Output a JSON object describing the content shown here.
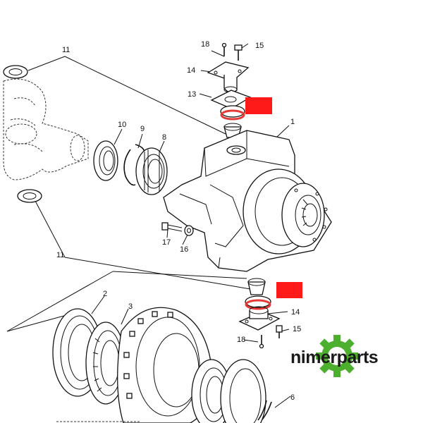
{
  "diagram": {
    "part_labels": [
      "11",
      "10",
      "9",
      "8",
      "18",
      "15",
      "14",
      "13",
      "1",
      "17",
      "16",
      "11",
      "2",
      "3",
      "14",
      "15",
      "18",
      "6"
    ],
    "highlight_color": "#ff1a1a",
    "seal_color": "#e53935"
  },
  "brand": {
    "name": "nimerparts",
    "logo_color": "#4caf2e",
    "text_color": "#1a1a1a"
  }
}
